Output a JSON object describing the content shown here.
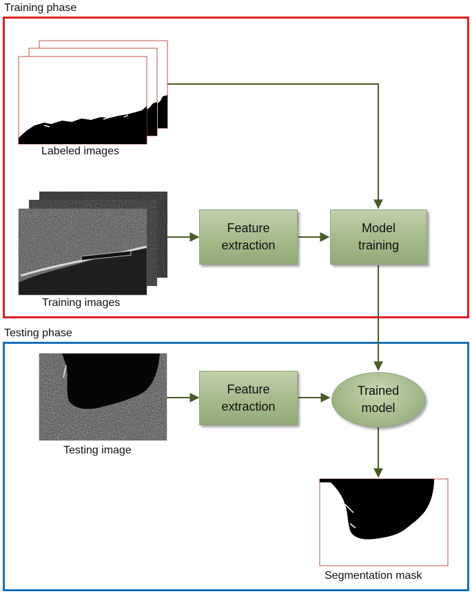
{
  "phases": {
    "training": {
      "title": "Training phase",
      "border_color": "#e0201c"
    },
    "testing": {
      "title": "Testing phase",
      "border_color": "#1a6fb5"
    }
  },
  "training": {
    "labeled_images_caption": "Labeled images",
    "training_images_caption": "Training images",
    "feature_extraction": "Feature\nextraction",
    "model_training": "Model\ntraining"
  },
  "testing": {
    "testing_image_caption": "Testing image",
    "feature_extraction": "Feature\nextraction",
    "trained_model": "Trained\nmodel",
    "segmentation_mask_caption": "Segmentation mask"
  },
  "colors": {
    "arrow": "#4a5a2a",
    "box_fill": "#a5b98a",
    "frame_border": "#c0504d"
  }
}
